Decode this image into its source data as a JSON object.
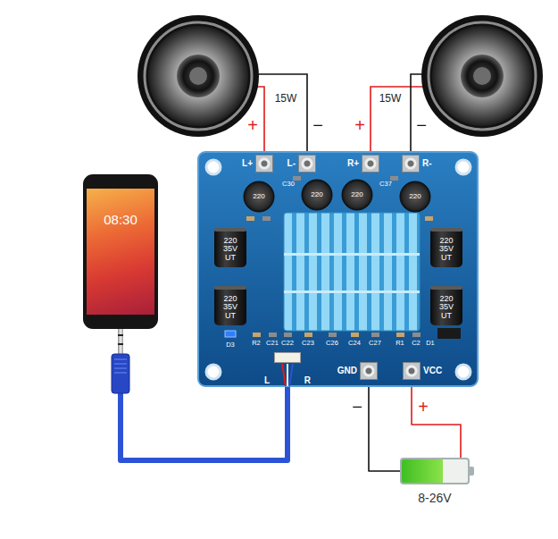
{
  "diagram": {
    "nodes": [
      {
        "text": [
          "L+"
        ]
      },
      {
        "text": [
          "L-"
        ]
      },
      {
        "text": [
          "R+"
        ]
      },
      {
        "text": [
          "R-"
        ]
      },
      {
        "text": [
          "08:30"
        ]
      },
      {
        "text": [
          "L",
          "R"
        ]
      },
      {
        "text": [
          "GND"
        ]
      },
      {
        "text": [
          "VCC"
        ]
      },
      {
        "text": [
          "8-26V"
        ]
      }
    ],
    "edges": [
      {
        "from": 4,
        "to": 5,
        "arrow": "none"
      },
      {
        "from": 6,
        "to": 8,
        "label": "−",
        "arrow": "none"
      },
      {
        "from": 7,
        "to": 8,
        "label": "+",
        "arrow": "none"
      }
    ],
    "labels": [
      "+",
      "15W",
      "−",
      "+",
      "15W",
      "−",
      "C30",
      "C37",
      "220",
      "220",
      "220",
      "220",
      "220 35V UT",
      "220 35V UT",
      "220 35V UT",
      "220 35V UT",
      "D3",
      "R2",
      "C21",
      "C22",
      "C23",
      "C26",
      "C24",
      "C27",
      "R1",
      "C2",
      "D1"
    ]
  }
}
